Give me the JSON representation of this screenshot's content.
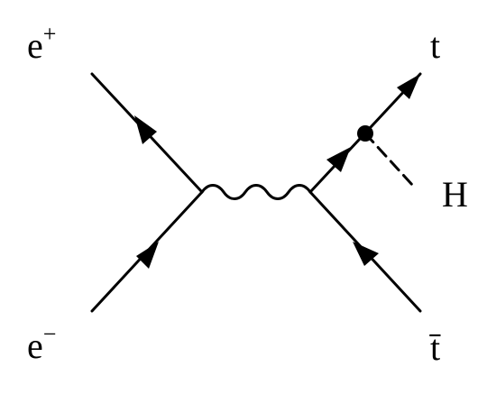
{
  "diagram": {
    "particles": {
      "incoming_positron": {
        "base": "e",
        "superscript": "+"
      },
      "incoming_electron": {
        "base": "e",
        "superscript": "−"
      },
      "outgoing_top": {
        "base": "t"
      },
      "outgoing_antitop": {
        "base": "t̄"
      },
      "higgs": {
        "base": "H"
      }
    },
    "colors": {
      "ink": "#000000",
      "background": "#ffffff"
    }
  }
}
